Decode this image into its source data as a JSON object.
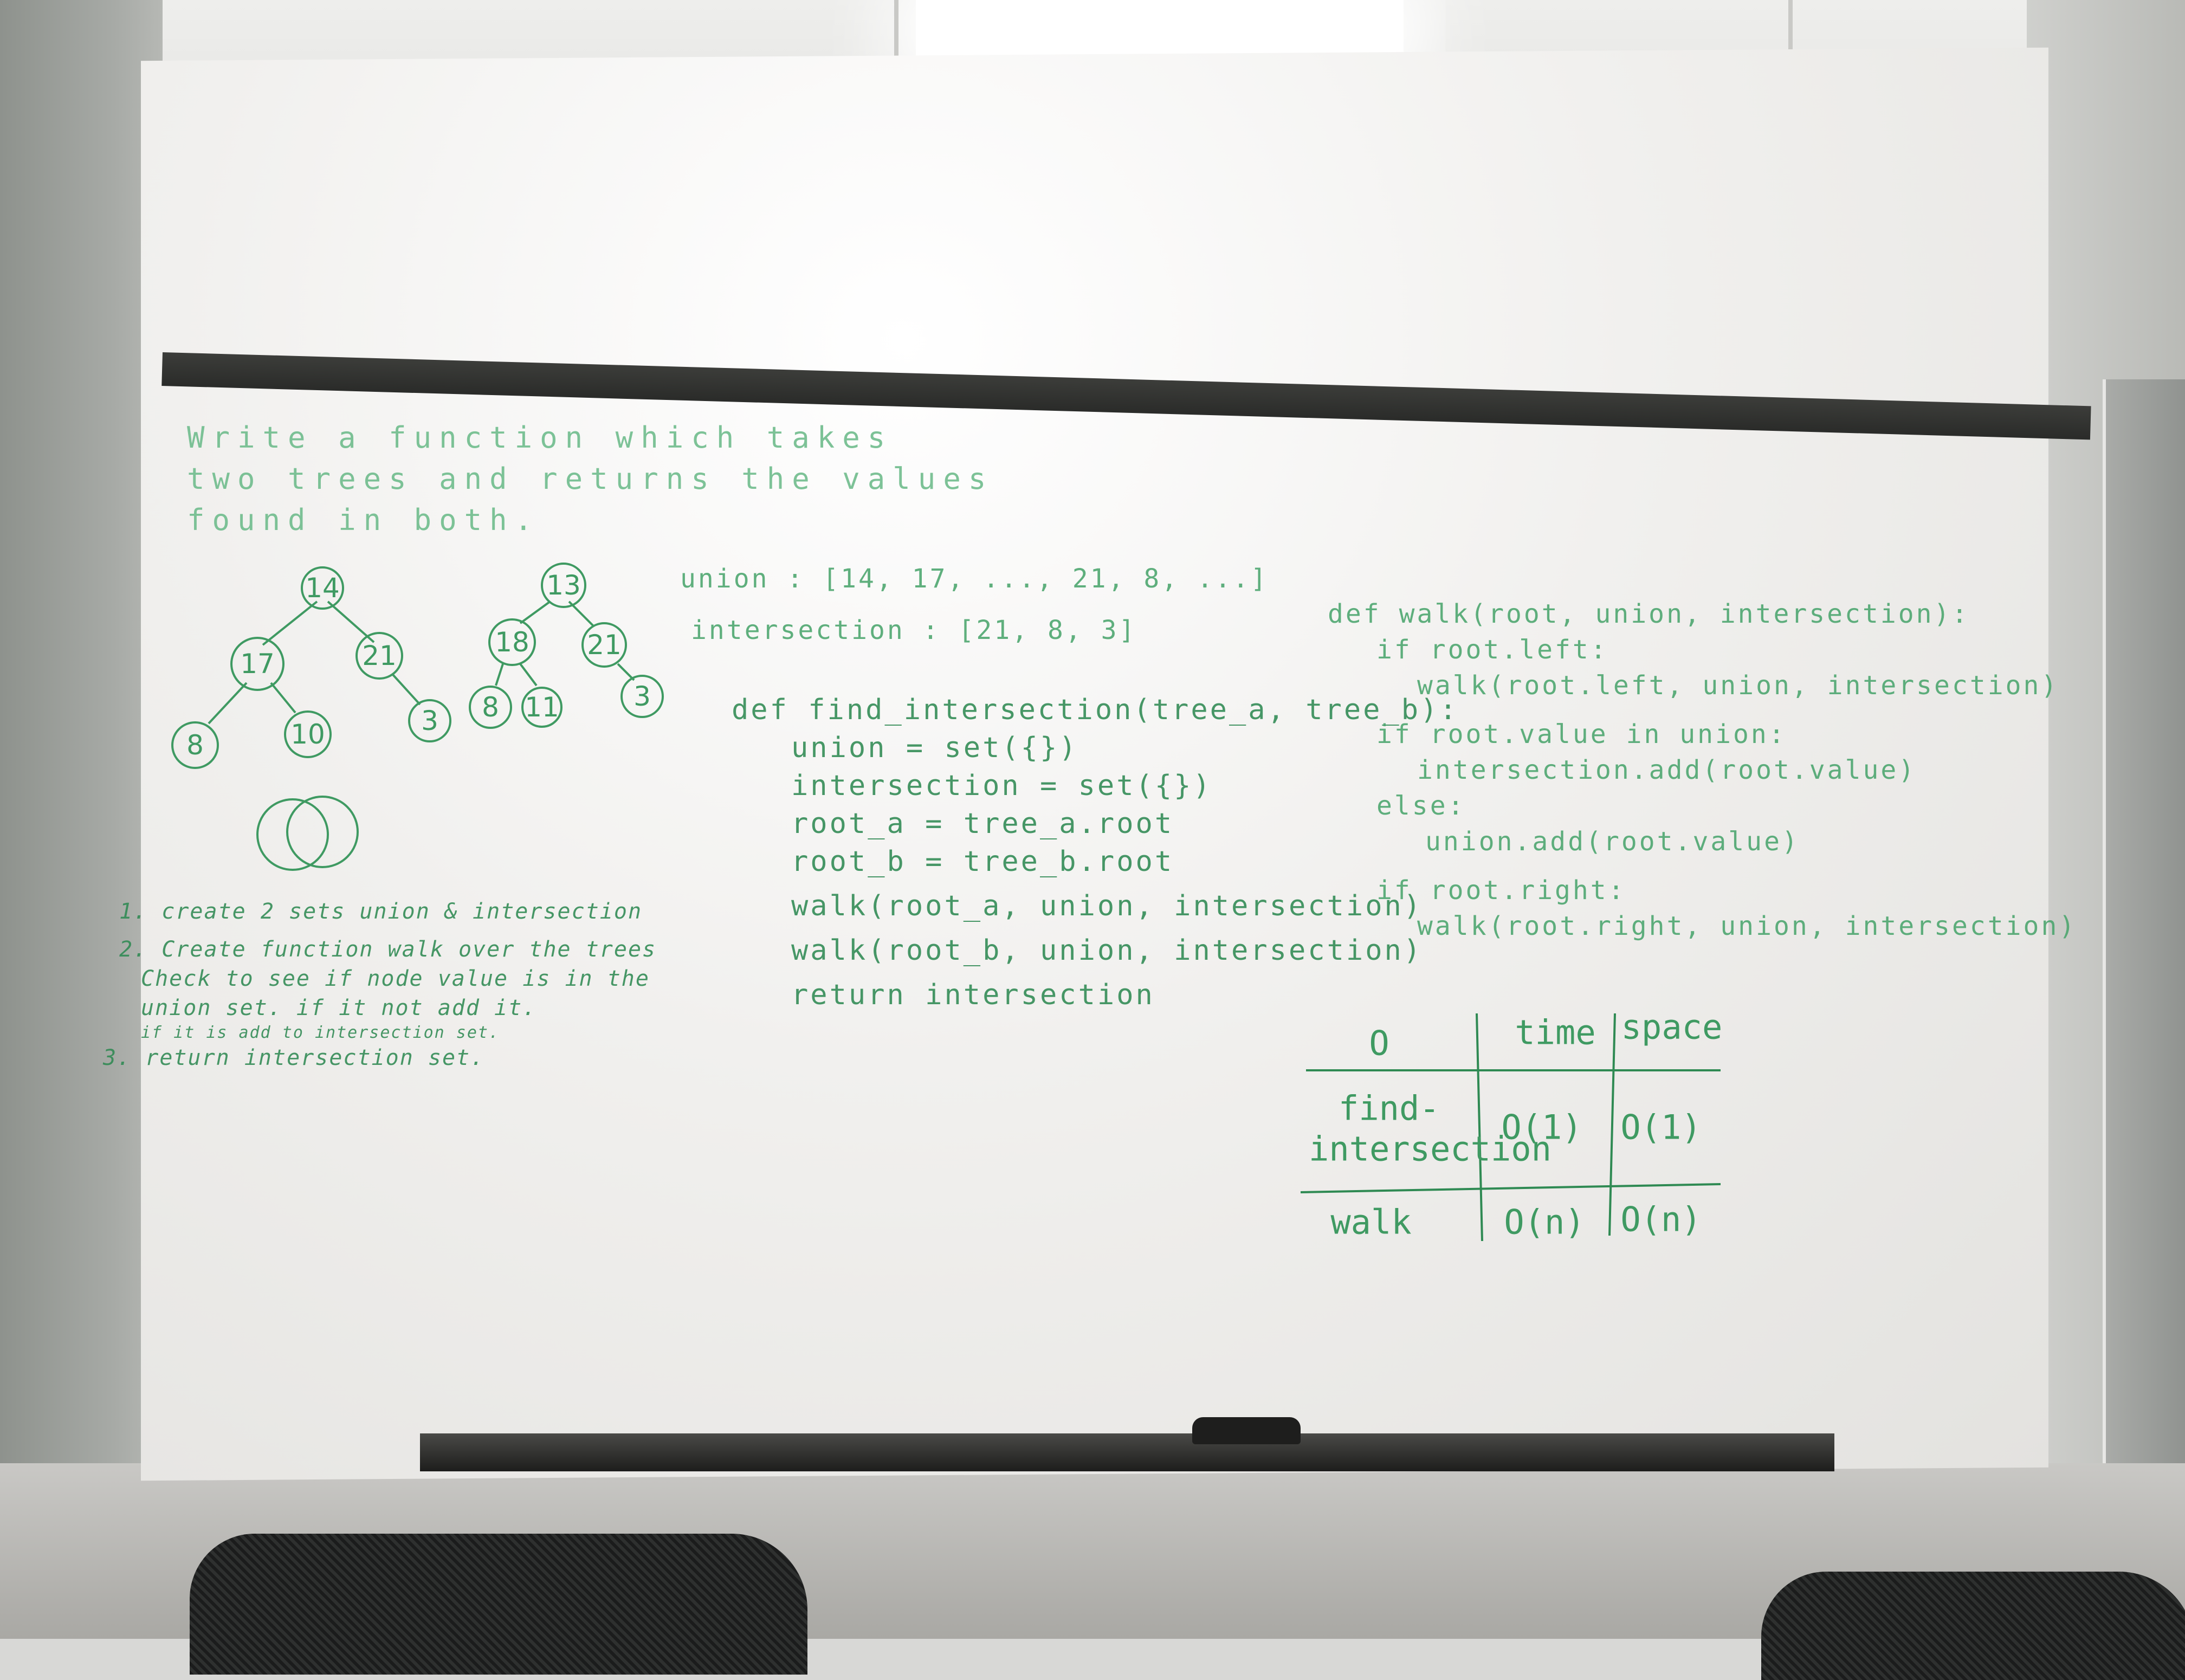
{
  "problem": [
    "Write a function which takes",
    "two trees and returns the values",
    "found in both."
  ],
  "tree_a": {
    "nodes": [
      {
        "label": "14"
      },
      {
        "label": "17"
      },
      {
        "label": "21"
      },
      {
        "label": "8"
      },
      {
        "label": "10"
      },
      {
        "label": "3"
      }
    ]
  },
  "tree_b": {
    "nodes": [
      {
        "label": "13"
      },
      {
        "label": "18"
      },
      {
        "label": "21"
      },
      {
        "label": "8"
      },
      {
        "label": "11"
      },
      {
        "label": "3"
      }
    ]
  },
  "union_line": "union : [14, 17, ..., 21, 8, ...]",
  "intersection_line": "intersection : [21, 8, 3]",
  "steps": [
    "1. create  2 sets  union & intersection",
    "2. Create function walk over the trees",
    "Check to see if node value is in the",
    "union set. if it not add it.",
    "if it is add to intersection set.",
    "3. return  intersection set."
  ],
  "find_intersection_code": [
    "def  find_intersection(tree_a, tree_b):",
    "union = set({})",
    "intersection = set({})",
    "root_a = tree_a.root",
    "root_b = tree_b.root",
    "walk(root_a, union, intersection)",
    "walk(root_b, union, intersection)",
    "return  intersection"
  ],
  "walk_code": [
    "def walk(root, union, intersection):",
    "if root.left:",
    "walk(root.left, union, intersection)",
    "if root.value in union:",
    "intersection.add(root.value)",
    "else:",
    "union.add(root.value)",
    "if root.right:",
    "walk(root.right, union, intersection)"
  ],
  "complexity_table": {
    "corner": "O",
    "headers": [
      "time",
      "space"
    ],
    "rows": [
      {
        "name": [
          "find-",
          "intersection"
        ],
        "time": "O(1)",
        "space": "O(1)"
      },
      {
        "name": [
          "walk"
        ],
        "time": "O(n)",
        "space": "O(n)"
      }
    ]
  },
  "colors": {
    "ink": "#3f9a62",
    "rail": "#2a2b29",
    "board": "#f1f0ee"
  }
}
